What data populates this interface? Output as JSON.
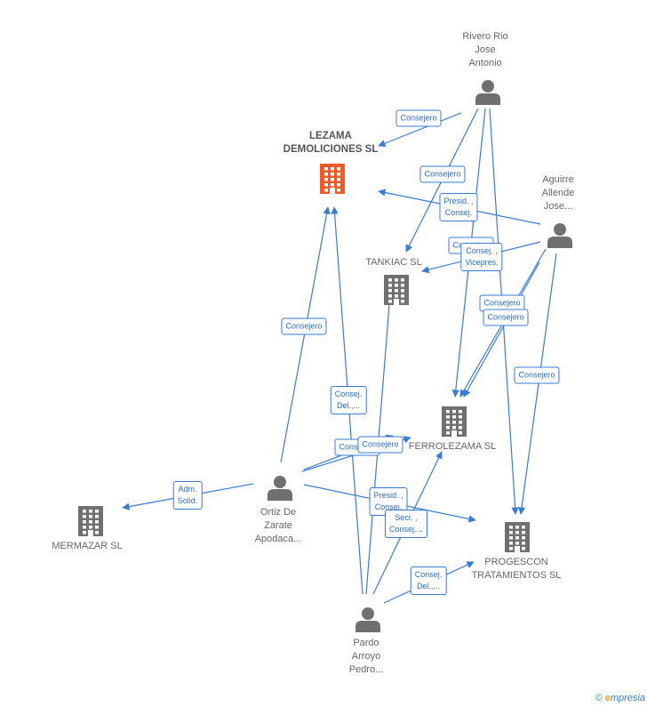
{
  "nodes": {
    "lezama": {
      "label": "LEZAMA\nDEMOLICIONES SL",
      "kind": "company",
      "highlight": true
    },
    "tankiac": {
      "label": "TANKIAC  SL",
      "kind": "company"
    },
    "ferrolezama": {
      "label": "FERROLEZAMA SL",
      "kind": "company"
    },
    "mermazar": {
      "label": "MERMAZAR SL",
      "kind": "company"
    },
    "progescon": {
      "label": "PROGESCON\nTRATAMIENTOS SL",
      "kind": "company"
    },
    "rivero": {
      "label": "Rivero Rio\nJose\nAntonio",
      "kind": "person"
    },
    "aguirre": {
      "label": "Aguirre\nAllende\nJose...",
      "kind": "person"
    },
    "ortiz": {
      "label": "Ortiz De\nZarate\nApodaca...",
      "kind": "person"
    },
    "pardo": {
      "label": "Pardo\nArroyo\nPedro...",
      "kind": "person"
    }
  },
  "edge_labels": [
    {
      "id": "rivero-lezama",
      "text": "Consejero"
    },
    {
      "id": "rivero-tankiac",
      "text": "Consejero"
    },
    {
      "id": "aguirre-lezama",
      "text": "Presid. ,\nConsej."
    },
    {
      "id": "aguirre-tankiac-1",
      "text": "Consejero"
    },
    {
      "id": "aguirre-tankiac-2",
      "text": "Consej. ,\nVicepres."
    },
    {
      "id": "aguirre-ferro-1",
      "text": "Consejero"
    },
    {
      "id": "aguirre-ferro-2",
      "text": "Consejero"
    },
    {
      "id": "aguirre-progescon",
      "text": "Consejero"
    },
    {
      "id": "ortiz-lezama",
      "text": "Consejero"
    },
    {
      "id": "pardo-lezama",
      "text": "Consej.\nDel.,..."
    },
    {
      "id": "ortiz-ferro",
      "text": "Consejero"
    },
    {
      "id": "pardo-tankiac",
      "text": "Consejero"
    },
    {
      "id": "ortiz-mermazar",
      "text": "Adm.\nSolid."
    },
    {
      "id": "ortiz-progescon",
      "text": "Presid. ,\nConsej."
    },
    {
      "id": "pardo-ferro",
      "text": "Secr. ,\nConsej...."
    },
    {
      "id": "pardo-progescon",
      "text": "Consej.\nDel.,..."
    }
  ],
  "colors": {
    "edge": "#3a7bd5",
    "company": "#707070",
    "company_highlight": "#f05a28",
    "person": "#707070"
  },
  "footer": {
    "copyright": "©",
    "brand_e": "e",
    "brand_rest": "mpresia"
  }
}
